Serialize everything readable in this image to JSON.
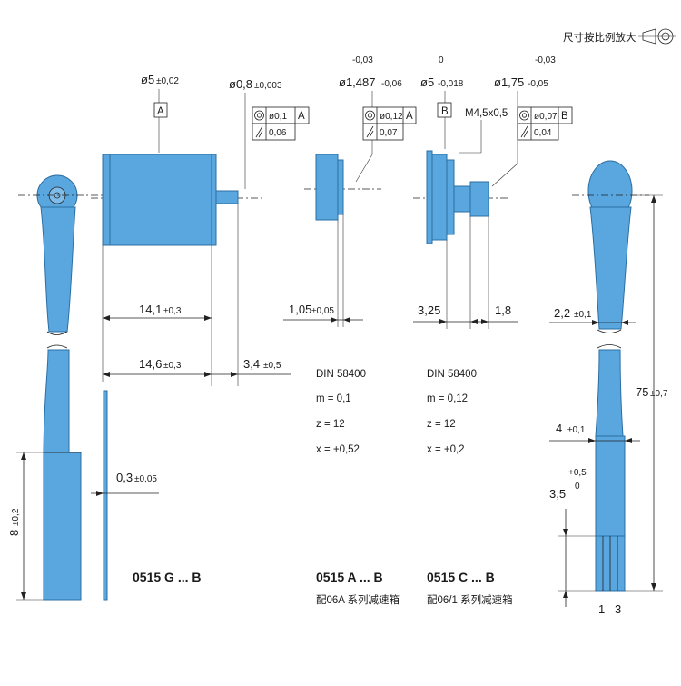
{
  "corner": {
    "scale_note": "尺寸按比例放大"
  },
  "motor_g": {
    "dia": "ø5",
    "dia_tol": "±0,02",
    "datum": "A",
    "shaft_dia": "ø0,8",
    "shaft_tol": "±0,003",
    "fc1_val": "ø0,1",
    "fc1_ref": "A",
    "fc2_val": "0,06",
    "len1": "14,1",
    "len1_tol": "±0,3",
    "len2": "14,6",
    "len2_tol": "±0,3",
    "shaft_len": "3,4",
    "shaft_len_tol": "±0,5",
    "thick": "0,3",
    "thick_tol": "±0,05",
    "part_label": "0515 G ... B"
  },
  "left_view": {
    "height": "8",
    "height_tol": "±0,2"
  },
  "gear_a": {
    "dia": "ø1,487",
    "tol_upper": "-0,03",
    "tol_lower": "-0,06",
    "fc1_val": "ø0,12",
    "fc1_ref": "A",
    "fc2_val": "0,07",
    "len": "1,05",
    "len_tol": "±0,05",
    "spec": [
      "DIN 58400",
      "m = 0,1",
      "z = 12",
      "x = +0,52"
    ],
    "part_label": "0515 A ... B",
    "sub_label": "配06A 系列减速箱"
  },
  "gear_c": {
    "dia": "ø5",
    "tol_upper": "0",
    "tol_lower": "-0,018",
    "datum": "B",
    "thread": "M4,5x0,5",
    "dia2": "ø1,75",
    "tol2_upper": "-0,03",
    "tol2_lower": "-0,05",
    "fc1_val": "ø0,07",
    "fc1_ref": "B",
    "fc2_val": "0,04",
    "len1": "3,25",
    "len2": "1,8",
    "spec": [
      "DIN 58400",
      "m = 0,12",
      "z = 12",
      "x = +0,2"
    ],
    "part_label": "0515 C ... B",
    "sub_label": "配06/1 系列减速箱"
  },
  "right_view": {
    "d1": "2,2",
    "d1_tol": "±0,1",
    "len": "75",
    "len_tol": "±0,7",
    "d2": "4",
    "d2_tol": "±0,1",
    "d3": "3,5",
    "d3_upper": "+0,5",
    "d3_lower": "0",
    "pin_labels": [
      "1",
      "3"
    ]
  }
}
